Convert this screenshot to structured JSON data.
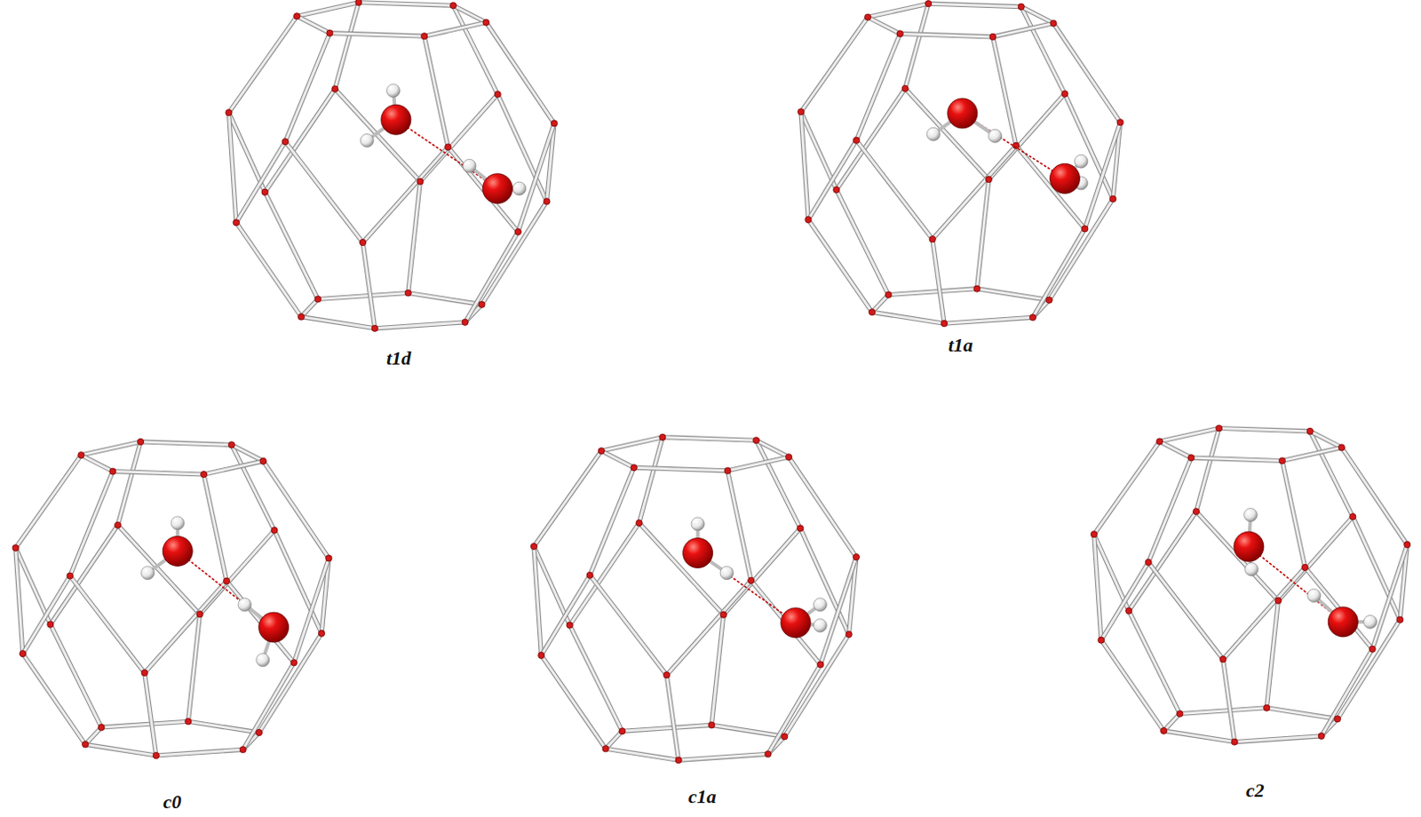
{
  "diagram": {
    "labels": [
      "t1d",
      "t1a",
      "c0",
      "c1a",
      "c2"
    ]
  }
}
